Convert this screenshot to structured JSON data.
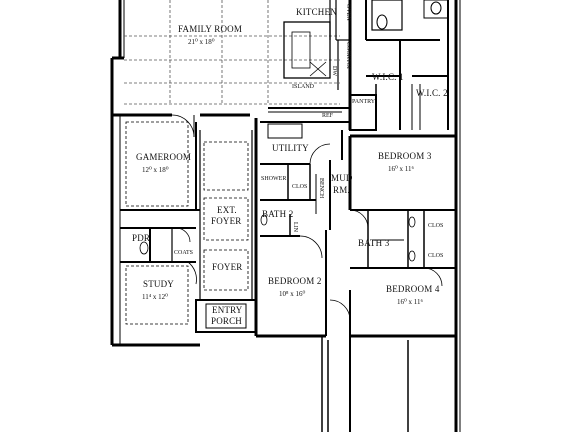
{
  "rooms": {
    "family_room": {
      "name": "FAMILY ROOM",
      "dims": "21⁰ x 18⁰"
    },
    "kitchen": {
      "name": "KITCHEN"
    },
    "island": {
      "name": "ISLAND"
    },
    "oven": {
      "name": "OVEN"
    },
    "cooktop": {
      "name": "COOKTOP"
    },
    "dw": {
      "name": "DW"
    },
    "wic1": {
      "name": "W.I.C. 1"
    },
    "wic2": {
      "name": "W.I.C. 2"
    },
    "pantry": {
      "name": "PANTRY"
    },
    "ref": {
      "name": "REF"
    },
    "gameroom": {
      "name": "GAMEROOM",
      "dims": "12⁰ x 18⁰"
    },
    "utility": {
      "name": "UTILITY"
    },
    "shower": {
      "name": "SHOWER"
    },
    "clos_bath2": {
      "name": "CLOS"
    },
    "bench": {
      "name": "BENCH"
    },
    "mud_room": {
      "line1": "MUD",
      "line2": "RM."
    },
    "bedroom3": {
      "name": "BEDROOM 3",
      "dims": "16⁰ x 11⁶"
    },
    "ext_foyer": {
      "line1": "EXT.",
      "line2": "FOYER"
    },
    "bath2": {
      "name": "BATH 2"
    },
    "lin": {
      "name": "LIN"
    },
    "bath3": {
      "name": "BATH 3"
    },
    "clos_b3a": {
      "name": "CLOS"
    },
    "clos_b3b": {
      "name": "CLOS"
    },
    "pdr": {
      "name": "PDR"
    },
    "coats": {
      "name": "COATS"
    },
    "foyer": {
      "name": "FOYER"
    },
    "study": {
      "name": "STUDY",
      "dims": "11⁴ x 12⁰"
    },
    "bedroom2": {
      "name": "BEDROOM 2",
      "dims": "10⁸ x 16⁰"
    },
    "bedroom4": {
      "name": "BEDROOM 4",
      "dims": "16⁰ x 11⁶"
    },
    "entry_porch": {
      "line1": "ENTRY",
      "line2": "PORCH"
    }
  }
}
